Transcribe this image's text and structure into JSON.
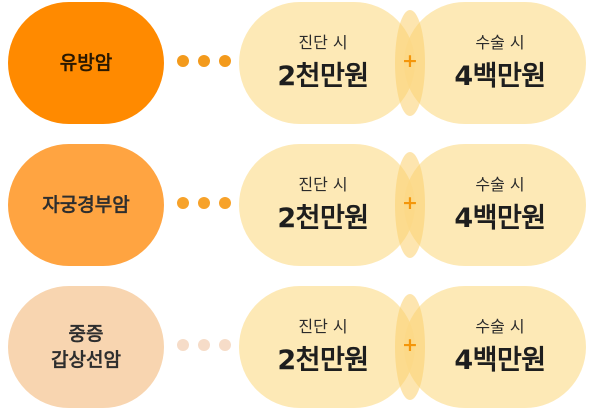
{
  "rows": [
    {
      "cancer_lines": [
        "유방암"
      ],
      "pill_color": "#ff8a00",
      "dot_color": "#f39a1c",
      "diagnosis_label": "진단 시",
      "diagnosis_amount": "2천만원",
      "plus": "+",
      "surgery_label": "수술 시",
      "surgery_amount": "4백만원"
    },
    {
      "cancer_lines": [
        "자궁경부암"
      ],
      "pill_color": "#ffa441",
      "dot_color": "#f7a22a",
      "diagnosis_label": "진단 시",
      "diagnosis_amount": "2천만원",
      "plus": "+",
      "surgery_label": "수술 시",
      "surgery_amount": "4백만원"
    },
    {
      "cancer_lines": [
        "중증",
        "갑상선암"
      ],
      "pill_color": "#f8d5b0",
      "dot_color": "#f6dcc8",
      "diagnosis_label": "진단 시",
      "diagnosis_amount": "2천만원",
      "plus": "+",
      "surgery_label": "수술 시",
      "surgery_amount": "4백만원"
    }
  ]
}
